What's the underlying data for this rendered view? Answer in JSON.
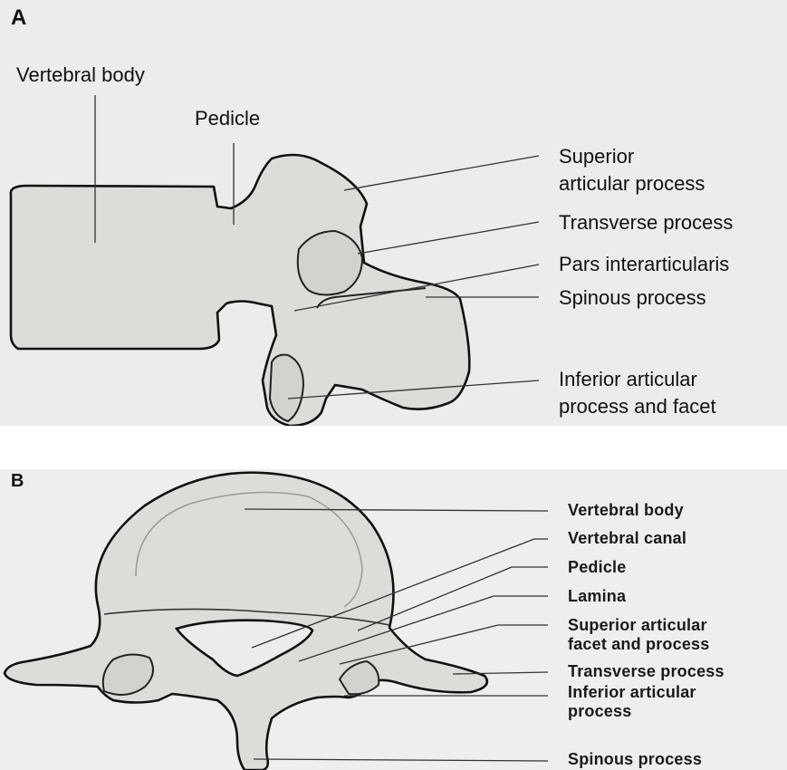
{
  "panel_a": {
    "letter": "A",
    "labels": {
      "vertebral_body": "Vertebral body",
      "pedicle": "Pedicle",
      "superior_articular_1": "Superior",
      "superior_articular_2": "articular process",
      "transverse_process": "Transverse process",
      "pars_interarticularis": "Pars interarticularis",
      "spinous_process": "Spinous process",
      "inferior_articular_1": "Inferior articular",
      "inferior_articular_2": "process and facet"
    }
  },
  "panel_b": {
    "letter": "B",
    "labels": {
      "vertebral_body": "Vertebral body",
      "vertebral_canal": "Vertebral canal",
      "pedicle": "Pedicle",
      "lamina": "Lamina",
      "superior_facet_1": "Superior articular",
      "superior_facet_2": "facet and process",
      "transverse_process": "Transverse process",
      "inferior_articular_1": "Inferior articular",
      "inferior_articular_2": "process",
      "spinous_process": "Spinous process"
    }
  }
}
